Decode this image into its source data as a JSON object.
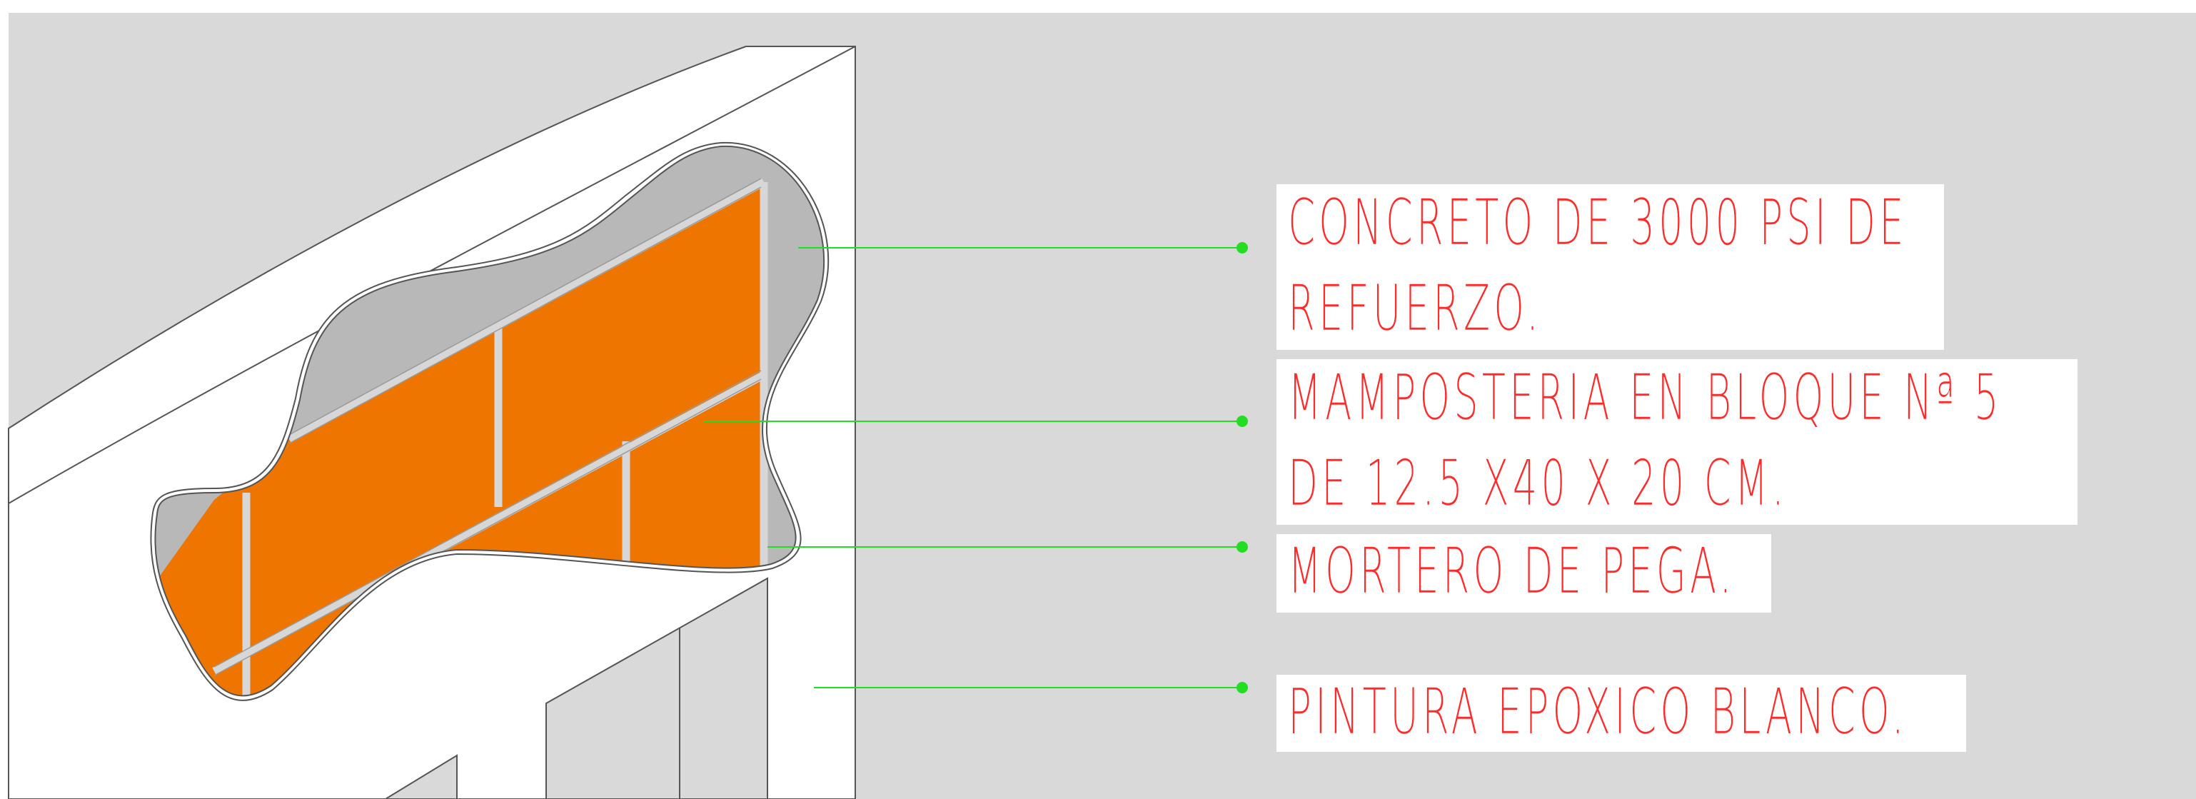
{
  "diagram": {
    "colors": {
      "background": "#d9d9d9",
      "wall_face": "#ffffff",
      "cavity": "#b8b8b8",
      "brick": "#ee7600",
      "mortar": "#d7d7d7",
      "leader": "#22dd22",
      "text": "#ff2a2a"
    },
    "labels": [
      {
        "id": "concreto",
        "line1": "CONCRETO DE 3000 PSI DE",
        "line2": "REFUERZO."
      },
      {
        "id": "mamposteria",
        "line1": "MAMPOSTERIA EN BLOQUE Nª 5",
        "line2": "DE 12.5 X40 X 20 CM."
      },
      {
        "id": "mortero",
        "line1": "MORTERO DE PEGA."
      },
      {
        "id": "pintura",
        "line1": "PINTURA EPOXICO BLANCO."
      }
    ]
  }
}
